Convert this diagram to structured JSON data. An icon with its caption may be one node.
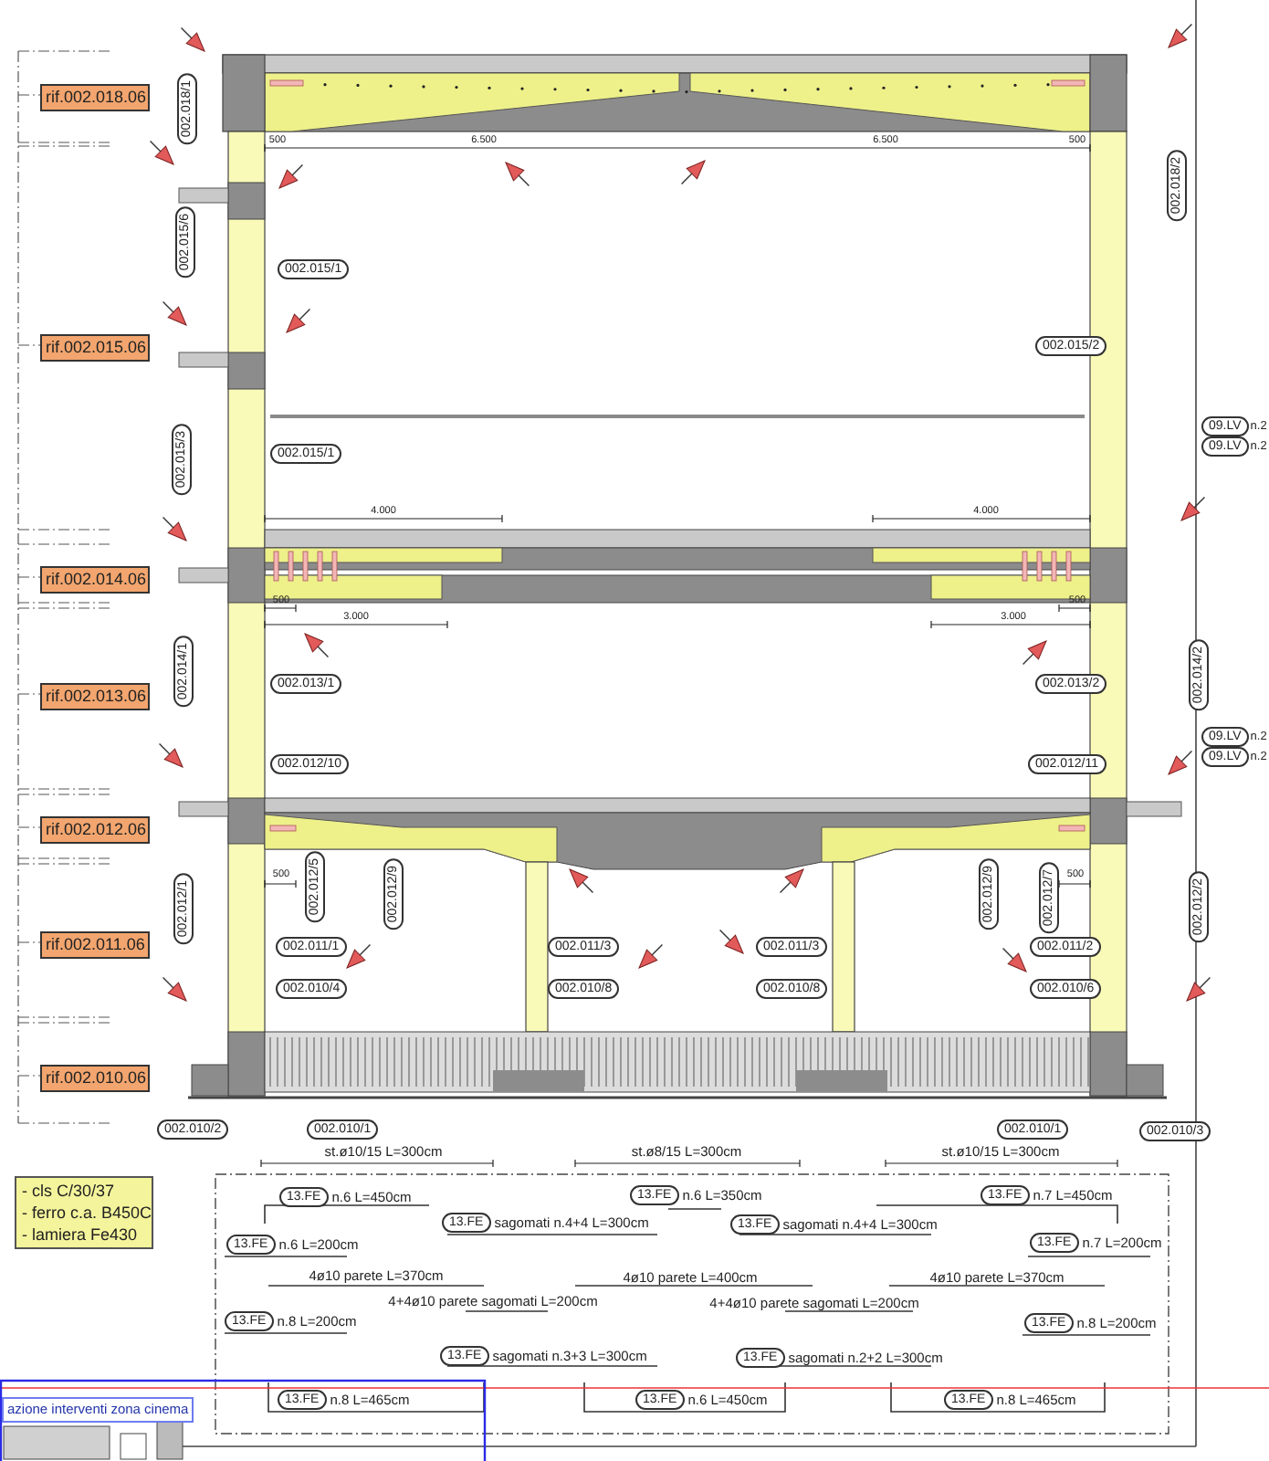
{
  "diagram": {
    "nodes": [
      {
        "text": [
          "rif.002.018.06"
        ]
      },
      {
        "text": [
          "002.018/1"
        ]
      },
      {
        "text": [
          "002.018/2"
        ]
      },
      {
        "text": [
          "002.015/6"
        ]
      },
      {
        "text": [
          "002.015/1"
        ]
      },
      {
        "text": [
          "rif.002.015.06"
        ]
      },
      {
        "text": [
          "002.015/2"
        ]
      },
      {
        "text": [
          "09.LV"
        ],
        "beside": [
          "n.2"
        ]
      },
      {
        "text": [
          "09.LV"
        ],
        "beside": [
          "n.2"
        ]
      },
      {
        "text": [
          "002.015/3"
        ]
      },
      {
        "text": [
          "002.015/1"
        ]
      },
      {
        "text": [
          "rif.002.014.06"
        ]
      },
      {
        "text": [
          "002.014/1"
        ]
      },
      {
        "text": [
          "002.014/2"
        ]
      },
      {
        "text": [
          "002.013/1"
        ]
      },
      {
        "text": [
          "002.013/2"
        ]
      },
      {
        "text": [
          "rif.002.013.06"
        ]
      },
      {
        "text": [
          "09.LV"
        ],
        "beside": [
          "n.2"
        ]
      },
      {
        "text": [
          "09.LV"
        ],
        "beside": [
          "n.2"
        ]
      },
      {
        "text": [
          "002.012/10"
        ]
      },
      {
        "text": [
          "002.012/11"
        ]
      },
      {
        "text": [
          "rif.002.012.06"
        ]
      },
      {
        "text": [
          "002.012/1"
        ]
      },
      {
        "text": [
          "002.012/5"
        ]
      },
      {
        "text": [
          "002.012/9"
        ]
      },
      {
        "text": [
          "002.012/9"
        ]
      },
      {
        "text": [
          "002.012/7"
        ]
      },
      {
        "text": [
          "002.012/2"
        ]
      },
      {
        "text": [
          "002.011/1"
        ]
      },
      {
        "text": [
          "002.011/3"
        ]
      },
      {
        "text": [
          "002.011/3"
        ]
      },
      {
        "text": [
          "002.011/2"
        ]
      },
      {
        "text": [
          "rif.002.011.06"
        ]
      },
      {
        "text": [
          "002.010/4"
        ]
      },
      {
        "text": [
          "002.010/8"
        ]
      },
      {
        "text": [
          "002.010/8"
        ]
      },
      {
        "text": [
          "002.010/6"
        ]
      },
      {
        "text": [
          "rif.002.010.06"
        ]
      },
      {
        "text": [
          "002.010/2"
        ]
      },
      {
        "text": [
          "002.010/1"
        ]
      },
      {
        "text": [
          "002.010/1"
        ]
      },
      {
        "text": [
          "002.010/3"
        ]
      },
      {
        "text": [
          "- cls C/30/37",
          "- ferro c.a. B450C",
          "- lamiera Fe430"
        ]
      },
      {
        "text": [
          "13.FE"
        ],
        "beside": [
          "n.6 L=450cm"
        ]
      },
      {
        "text": [
          "13.FE"
        ],
        "beside": [
          "n.6 L=350cm"
        ]
      },
      {
        "text": [
          "13.FE"
        ],
        "beside": [
          "n.7 L=450cm"
        ]
      },
      {
        "text": [
          "13.FE"
        ],
        "beside": [
          "sagomati n.4+4 L=300cm"
        ]
      },
      {
        "text": [
          "13.FE"
        ],
        "beside": [
          "sagomati n.4+4 L=300cm"
        ]
      },
      {
        "text": [
          "13.FE"
        ],
        "beside": [
          "n.6 L=200cm"
        ]
      },
      {
        "text": [
          "13.FE"
        ],
        "beside": [
          "n.7 L=200cm"
        ]
      },
      {
        "text": [
          "13.FE"
        ],
        "beside": [
          "n.8 L=200cm"
        ]
      },
      {
        "text": [
          "13.FE"
        ],
        "beside": [
          "n.8 L=200cm"
        ]
      },
      {
        "text": [
          "13.FE"
        ],
        "beside": [
          "sagomati n.3+3 L=300cm"
        ]
      },
      {
        "text": [
          "13.FE"
        ],
        "beside": [
          "sagomati n.2+2 L=300cm"
        ]
      },
      {
        "text": [
          "13.FE"
        ],
        "beside": [
          "n.8 L=465cm"
        ]
      },
      {
        "text": [
          "13.FE"
        ],
        "beside": [
          "n.6 L=450cm"
        ]
      },
      {
        "text": [
          "13.FE"
        ],
        "beside": [
          "n.8 L=465cm"
        ]
      },
      {
        "text": [
          "azione interventi zona cinema"
        ]
      }
    ],
    "labels": [
      "500",
      "6.500",
      "6.500",
      "500",
      "4.000",
      "4.000",
      "500",
      "3.000",
      "3.000",
      "500",
      "500",
      "500",
      "st.ø10/15 L=300cm",
      "st.ø8/15 L=300cm",
      "st.ø10/15 L=300cm",
      "4ø10 parete L=370cm",
      "4ø10 parete L=400cm",
      "4ø10 parete L=370cm",
      "4+4ø10 parete sagomati L=200cm",
      "4+4ø10 parete sagomati L=200cm"
    ]
  }
}
